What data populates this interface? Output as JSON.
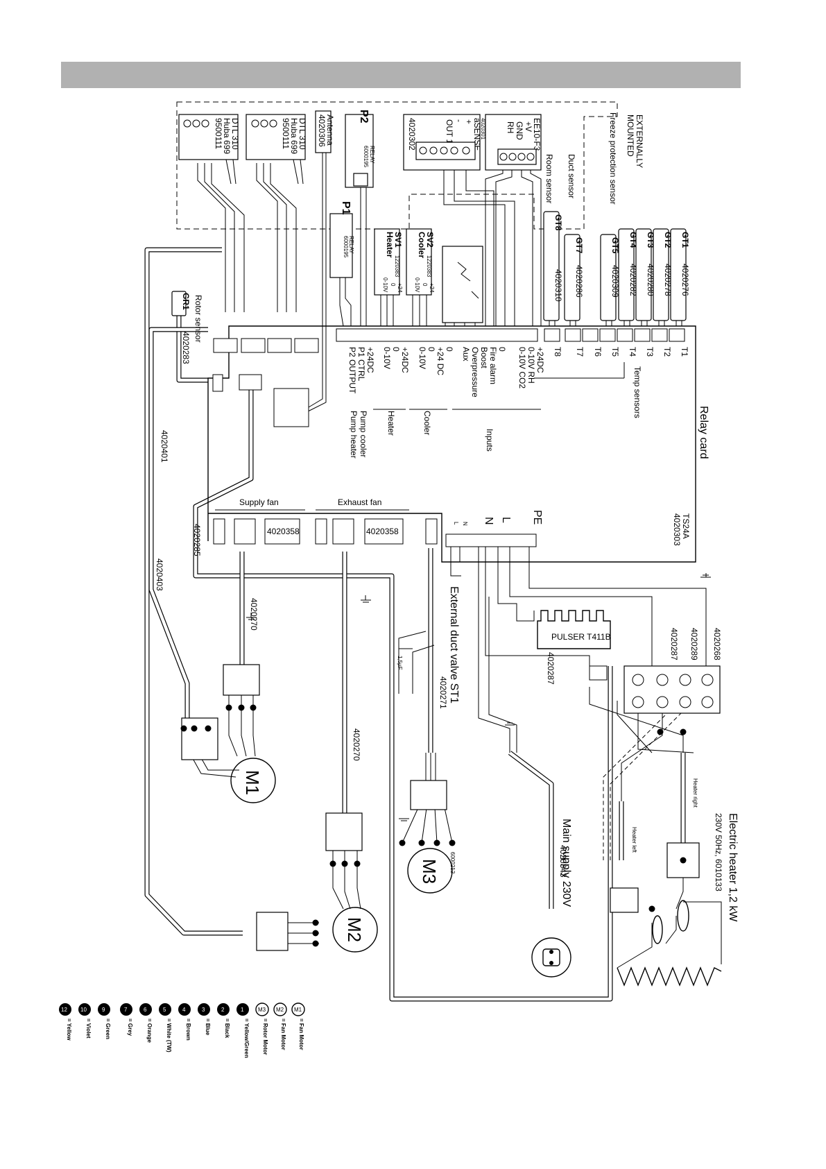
{
  "relay_card": {
    "title": "Relay card",
    "model": "TS24A",
    "part": "4020303",
    "temp_sensors_label": "Temp sensors",
    "terminals": [
      "T1",
      "T2",
      "T3",
      "T4",
      "T5",
      "T6",
      "T7",
      "T8"
    ],
    "inputs_label": "Inputs",
    "input_pins": [
      "+24DC",
      "0-10V RH",
      "0-10V CO2",
      "0",
      "Fire alarm",
      "Boost",
      "Overpressure",
      "Aux",
      "0",
      "+24 DC",
      "0",
      "0-10V",
      "+24DC",
      "0",
      "0-10V",
      "+24DC",
      "P1 CTRL",
      "P2 OUTPUT"
    ],
    "group_labels": [
      "Cooler",
      "Heater",
      "Pump cooler",
      "Pump heater"
    ],
    "supply_fan": "Supply fan",
    "exhaust_fan": "Exhaust fan",
    "fan_part": "4020358",
    "power_terminals": [
      "PE",
      "L",
      "N",
      "N",
      "L"
    ]
  },
  "externally_mounted": {
    "label_line1": "EXTERNALLY",
    "label_line2": "MOUNTED",
    "freeze_sensor": "Freeze protection sensor",
    "duct_sensor": "Duct sensor",
    "room_sensor": "Room sensor",
    "ee10": {
      "name": "EE10-F3",
      "part": "4020301",
      "pins": [
        "+V",
        "GND",
        "RH"
      ],
      "nums": [
        "1",
        "2",
        "3"
      ]
    },
    "asense": {
      "name": "aSENSE",
      "part": "4020302",
      "pins": [
        "+",
        "-",
        "OUT 1 3"
      ],
      "nums": [
        "1",
        "2"
      ]
    },
    "antenna": {
      "name": "Antenna",
      "part": "4020306"
    },
    "dtl": [
      {
        "name": "DTL 310",
        "sub": "Huba 699",
        "part": "9500111"
      },
      {
        "name": "DTL 310",
        "sub": "Huba 699",
        "part": "9500111"
      }
    ],
    "p2": {
      "name": "P2",
      "relay": "RELAY",
      "part": "6000195"
    },
    "p1": {
      "name": "P1",
      "relay": "RELAY",
      "part": "6000195"
    }
  },
  "sensors": [
    {
      "id": "GT1",
      "part": "4020276"
    },
    {
      "id": "GT2",
      "part": "4020278"
    },
    {
      "id": "GT3",
      "part": "4020280"
    },
    {
      "id": "GT4",
      "part": "4020282"
    },
    {
      "id": "GT5",
      "part": "4020309"
    },
    {
      "id": "GT7",
      "part": "4020286"
    },
    {
      "id": "GT8",
      "part": "4020310"
    }
  ],
  "sv1": {
    "name": "SV1",
    "type": "Heater",
    "part": "1220383"
  },
  "sv2": {
    "name": "SV2",
    "type": "Cooler",
    "part": "1220383"
  },
  "sv_pins": [
    "+24",
    "0",
    "0-10V"
  ],
  "rotor": {
    "id": "GR1",
    "label": "Rotor sensor",
    "part": "4020283"
  },
  "cables": [
    "4020401",
    "4020403",
    "4020285",
    "4020270",
    "4020270",
    "4020271",
    "4020343",
    "4020287",
    "4020287",
    "4020289",
    "4020268"
  ],
  "duct_valve": "External duct valve ST1",
  "capacitor": "1,5µF",
  "pulser": "PULSER T411B",
  "main_supply": "Main supply 230V",
  "heater": {
    "title": "Electric heater 1,2 kW",
    "spec": "230V 50Hz, 6010133",
    "right": "Heater right",
    "left": "Heater left"
  },
  "motors": [
    {
      "id": "M1"
    },
    {
      "id": "M2"
    },
    {
      "id": "M3",
      "part": "6000212"
    }
  ],
  "legend": [
    {
      "key": "M1",
      "text": "= Fan Motor"
    },
    {
      "key": "M2",
      "text": "= Fan Motor"
    },
    {
      "key": "M3",
      "text": "= Rotor Motor"
    },
    {
      "key": "1",
      "text": "= Yellow/Green"
    },
    {
      "key": "2",
      "text": "= Black"
    },
    {
      "key": "3",
      "text": "= Blue"
    },
    {
      "key": "4",
      "text": "= Brown"
    },
    {
      "key": "5",
      "text": "= White (TW)"
    },
    {
      "key": "6",
      "text": "= Orange"
    },
    {
      "key": "7",
      "text": "= Grey"
    },
    {
      "key": "9",
      "text": "= Green"
    },
    {
      "key": "10",
      "text": "= Violet"
    },
    {
      "key": "12",
      "text": "= Yellow"
    }
  ]
}
